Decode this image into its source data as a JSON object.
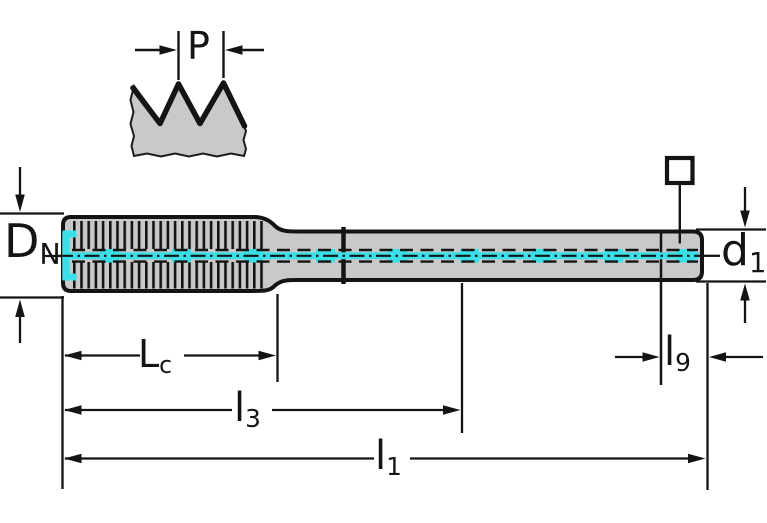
{
  "drawing_title": "Tap dimension drawing with internal coolant channel",
  "colors": {
    "coolant_cyan": "#3ADFE8",
    "tool_gray": "#C9C9C9",
    "line_black": "#141414",
    "background": "#FFFFFF"
  },
  "labels": {
    "pitch": {
      "main": "P",
      "sub": ""
    },
    "nominal_diameter": {
      "main": "D",
      "sub": "N"
    },
    "shank_diameter": {
      "main": "d",
      "sub": "1"
    },
    "chamfer_length": {
      "main": "L",
      "sub": "c"
    },
    "length_l3": {
      "main": "l",
      "sub": "3"
    },
    "overall_length": {
      "main": "l",
      "sub": "1"
    },
    "square_length": {
      "main": "l",
      "sub": "9"
    }
  }
}
